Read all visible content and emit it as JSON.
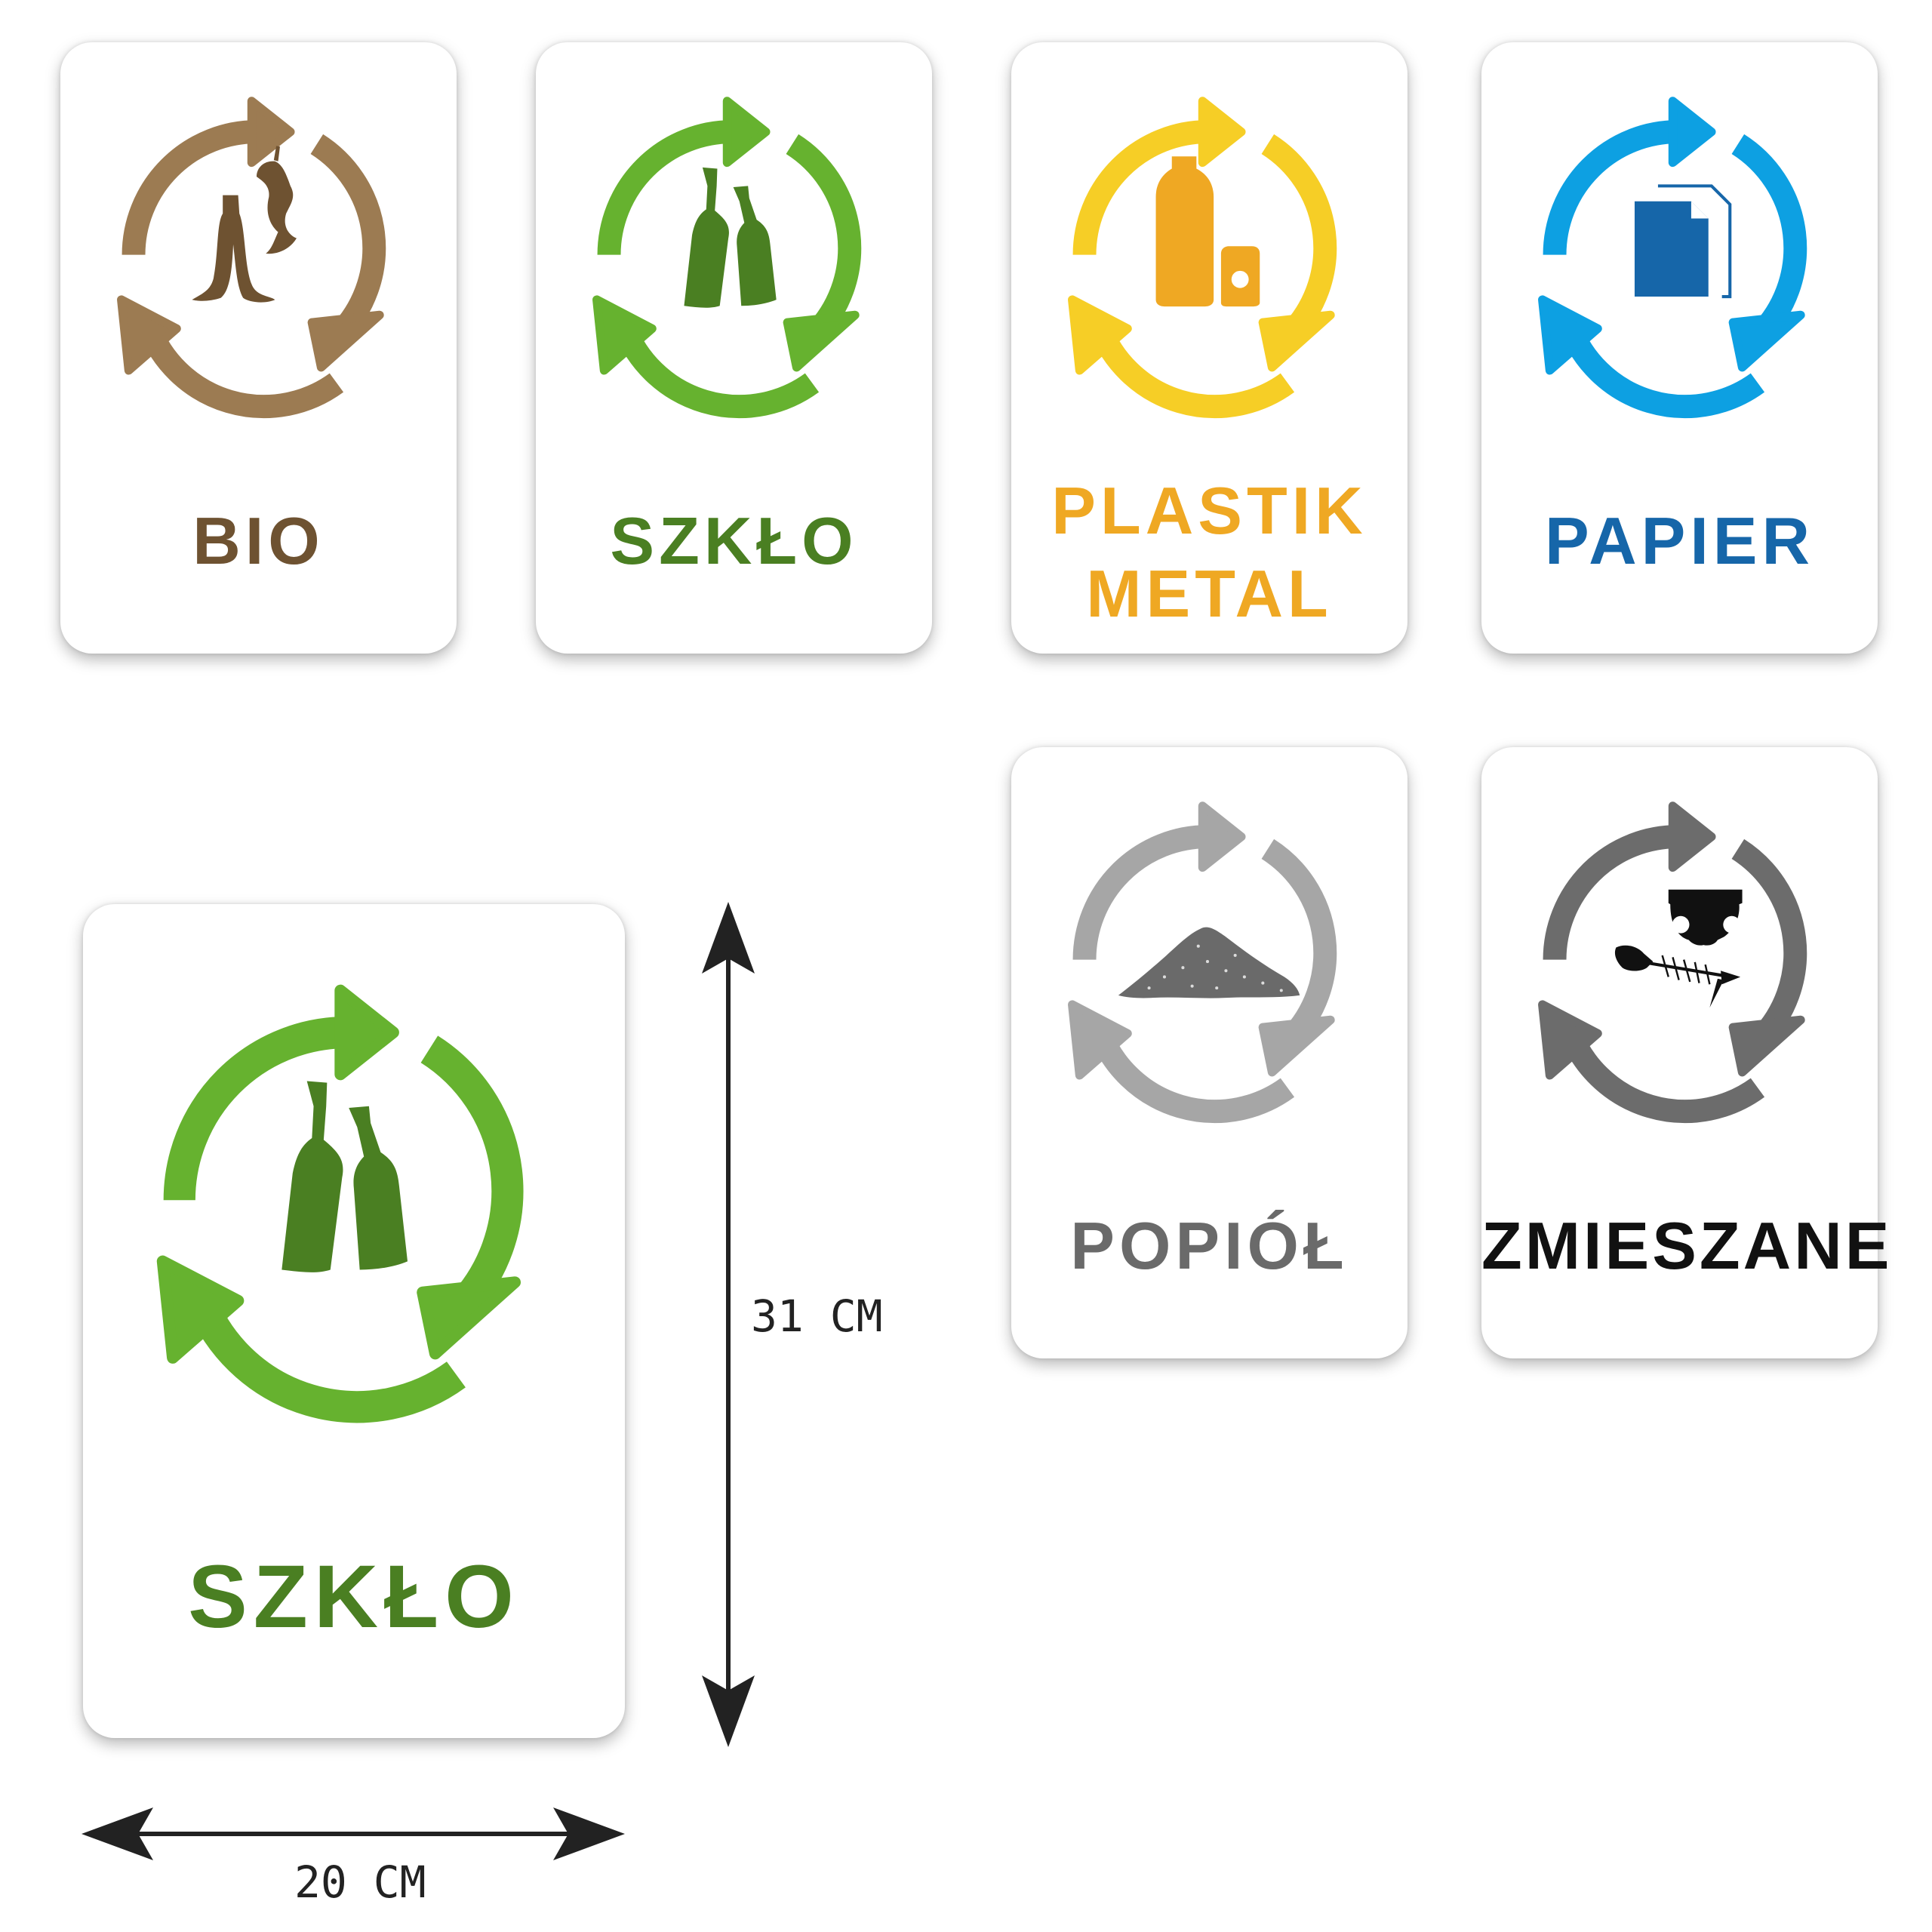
{
  "signs": [
    {
      "id": "bio",
      "label_lines": [
        "BIO"
      ],
      "ring_color": "#9C7B52",
      "icon_color": "#6E5231",
      "label_color": "#6E5231",
      "icon": "food-waste-icon"
    },
    {
      "id": "szklo",
      "label_lines": [
        "SZKŁO"
      ],
      "ring_color": "#66B22F",
      "icon_color": "#4A7F22",
      "label_color": "#4A7F22",
      "icon": "glass-bottles-icon"
    },
    {
      "id": "plastik-metal",
      "label_lines": [
        "PLASTIK",
        "METAL"
      ],
      "ring_color": "#F6CE26",
      "icon_color": "#EFA823",
      "label_color": "#EFA823",
      "icon": "plastic-bottle-can-icon"
    },
    {
      "id": "papier",
      "label_lines": [
        "PAPIER"
      ],
      "ring_color": "#0DA0E2",
      "icon_color": "#1666A9",
      "label_color": "#1666A9",
      "icon": "paper-documents-icon"
    },
    {
      "id": "popiol",
      "label_lines": [
        "POPIÓŁ"
      ],
      "ring_color": "#A6A6A6",
      "icon_color": "#6A6A6A",
      "label_color": "#6A6A6A",
      "icon": "ash-pile-icon"
    },
    {
      "id": "zmieszane",
      "label_lines": [
        "ZMIESZANE"
      ],
      "ring_color": "#6C6C6C",
      "icon_color": "#111111",
      "label_color": "#111111",
      "icon": "mixed-waste-icon"
    },
    {
      "id": "szklo-large",
      "label_lines": [
        "SZKŁO"
      ],
      "ring_color": "#66B22F",
      "icon_color": "#4A7F22",
      "label_color": "#4A7F22",
      "icon": "glass-bottles-icon"
    }
  ],
  "dimensions": {
    "height_label": "31 CM",
    "width_label": "20 CM"
  }
}
